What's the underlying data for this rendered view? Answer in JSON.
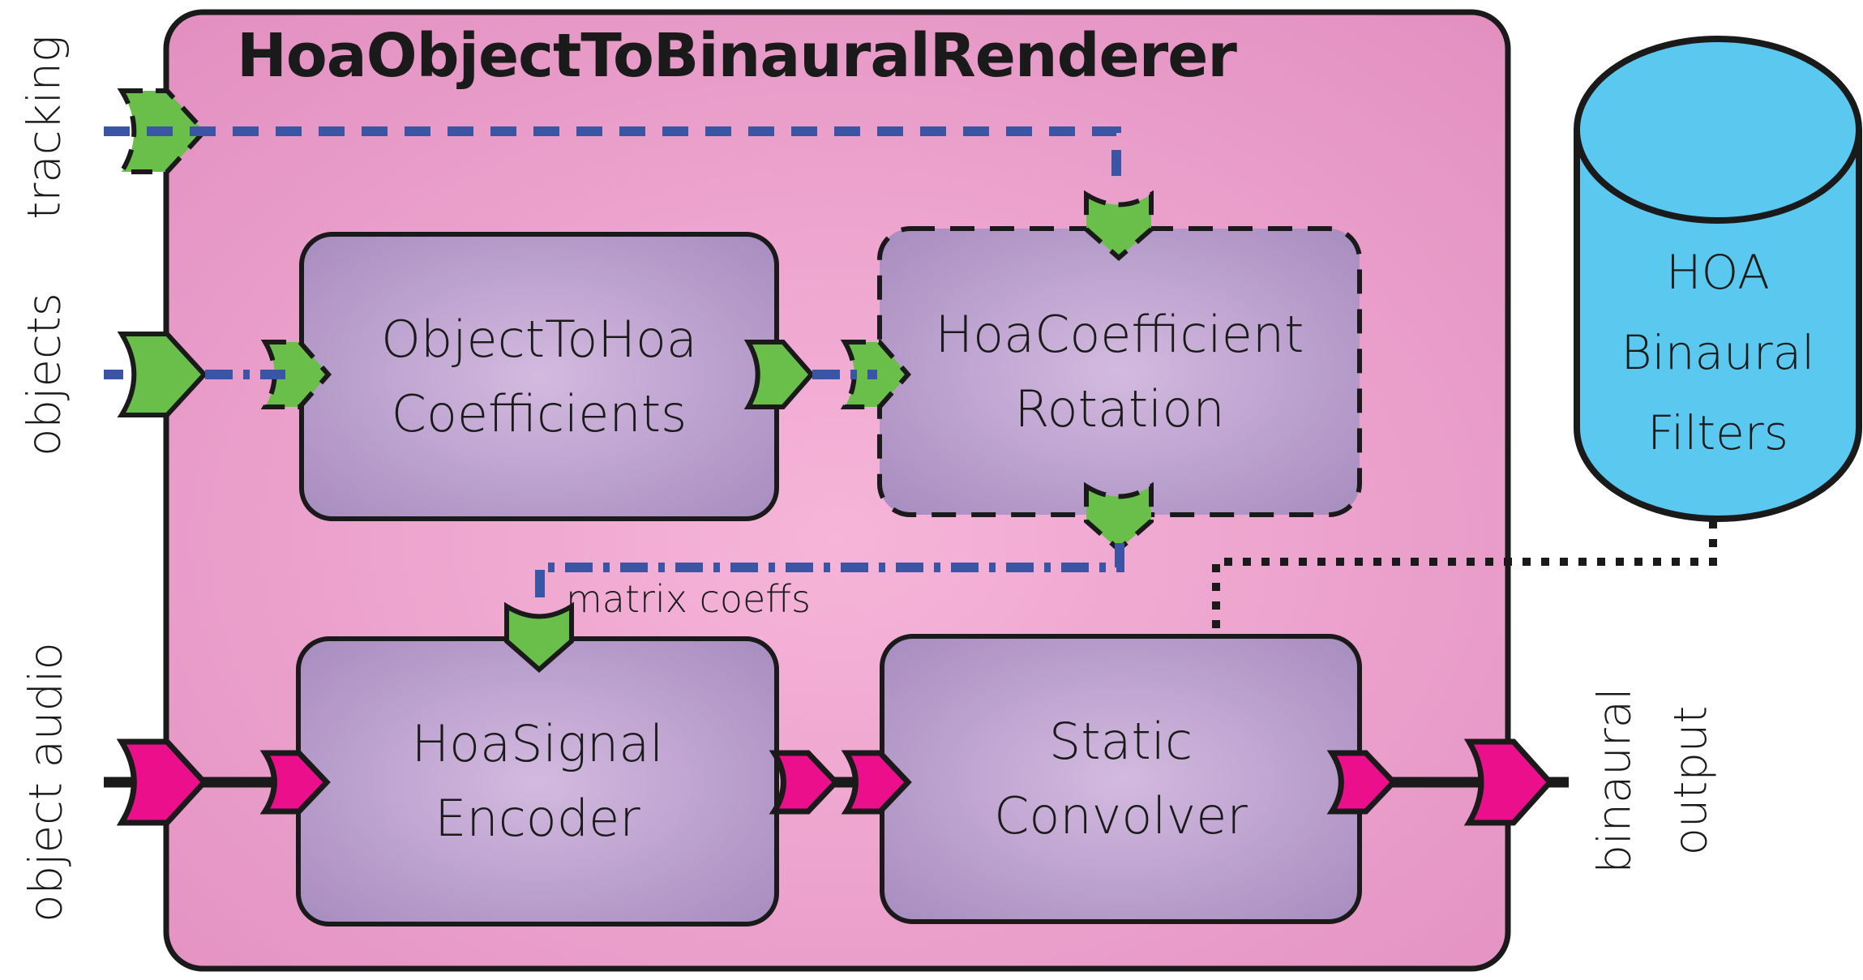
{
  "figure": {
    "title": "HoaObjectToBinauralRenderer",
    "blocks": {
      "object_to_hoa": {
        "line1": "ObjectToHoa",
        "line2": "Coefficients"
      },
      "hoa_coefficient_rotation": {
        "line1": "HoaCoefficient",
        "line2": "Rotation"
      },
      "hoa_signal_encoder": {
        "line1": "HoaSignal",
        "line2": "Encoder"
      },
      "static_convolver": {
        "line1": "Static",
        "line2": "Convolver"
      }
    },
    "database": {
      "line1": "HOA",
      "line2": "Binaural",
      "line3": "Filters"
    },
    "io_labels": {
      "tracking": "tracking",
      "objects": "objects",
      "object_audio": "object audio",
      "binaural": "binaural",
      "output": "output"
    },
    "annotations": {
      "matrix_coeffs": "matrix coeffs"
    },
    "colors": {
      "container_pink": "#e695c4",
      "block_purple": "#b89cc9",
      "audio_magenta": "#ec0f8c",
      "control_green": "#6abf4a",
      "control_blue": "#3b55a5",
      "database_cyan": "#5bc8ef",
      "outline_black": "#1a1a1a"
    }
  }
}
